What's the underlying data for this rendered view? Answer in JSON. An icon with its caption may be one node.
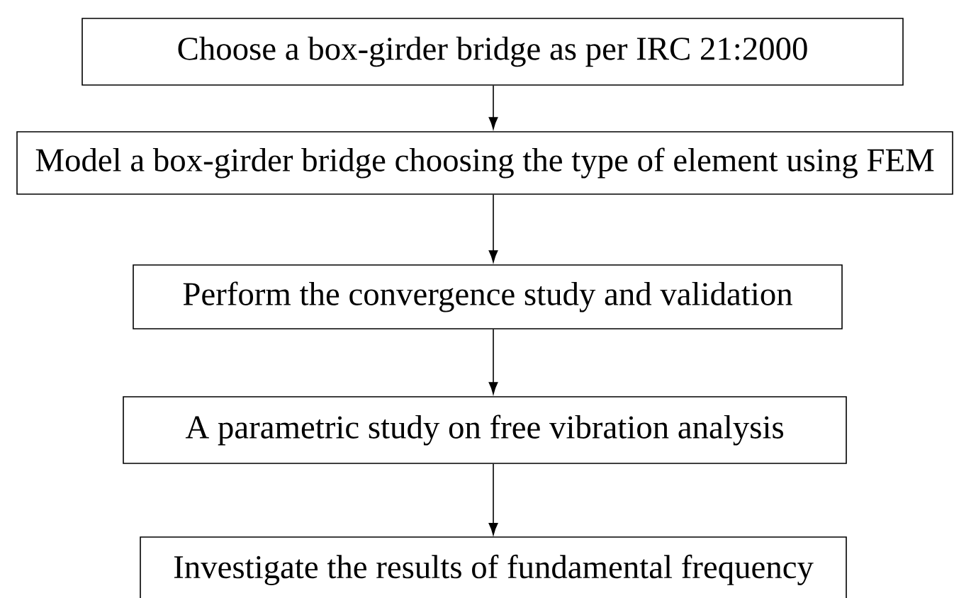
{
  "diagram": {
    "nodes": [
      {
        "text": [
          "Choose a box-girder bridge as per IRC 21:2000"
        ]
      },
      {
        "text": [
          "Model a box-girder bridge choosing the type of element using FEM"
        ]
      },
      {
        "text": [
          "Perform the convergence study and validation"
        ]
      },
      {
        "text": [
          "A parametric study on free vibration analysis"
        ]
      },
      {
        "text": [
          "Investigate the results of fundamental frequency"
        ]
      }
    ],
    "edges": [
      {
        "from": 0,
        "to": 1,
        "arrow": "to"
      },
      {
        "from": 1,
        "to": 2,
        "arrow": "to"
      },
      {
        "from": 2,
        "to": 3,
        "arrow": "to"
      },
      {
        "from": 3,
        "to": 4,
        "arrow": "to"
      }
    ]
  }
}
